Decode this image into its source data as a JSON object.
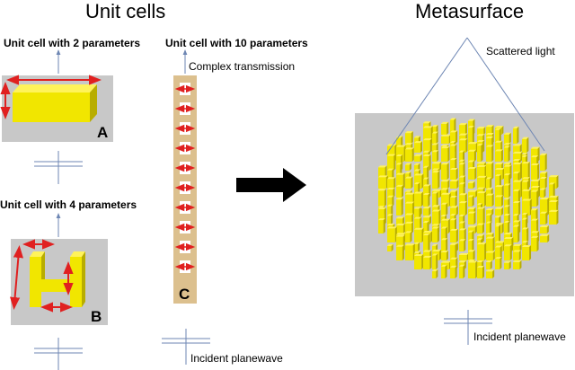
{
  "diagram": {
    "left_title": "Unit cells",
    "right_title": "Metasurface",
    "cell_a": {
      "caption": "Unit cell with 2 parameters",
      "letter": "A"
    },
    "cell_b": {
      "caption": "Unit cell with 4 parameters",
      "letter": "B"
    },
    "cell_c": {
      "caption": "Unit cell with 10 parameters",
      "letter": "C",
      "output_label": "Complex transmission",
      "input_label": "Incident planewave"
    },
    "meta": {
      "output_label": "Scattered light",
      "input_label": "Incident planewave"
    },
    "colors": {
      "pillar_top": "#fff35a",
      "pillar_front": "#f1e600",
      "pillar_side": "#b8ad00",
      "panel": "#c8c8c8",
      "strip": "#dcc08e",
      "arrow": "#e02020",
      "ray": "#6d86b3"
    }
  }
}
